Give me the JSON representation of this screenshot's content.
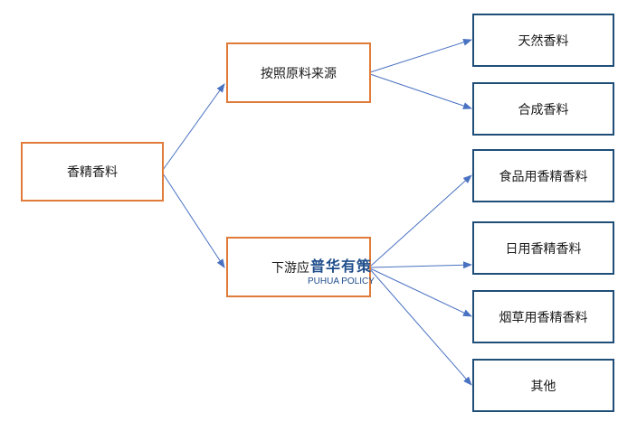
{
  "colors": {
    "level1_border": "#e07b39",
    "level2_border": "#1f4e79",
    "connector": "#4a72c2"
  },
  "root": {
    "label": "香精香料"
  },
  "branches": [
    {
      "label": "按照原料来源",
      "children": [
        {
          "label": "天然香料"
        },
        {
          "label": "合成香料"
        }
      ]
    },
    {
      "label": "下游应",
      "children": [
        {
          "label": "食品用香精香料"
        },
        {
          "label": "日用香精香料"
        },
        {
          "label": "烟草用香精香料"
        },
        {
          "label": "其他"
        }
      ]
    }
  ],
  "watermark": {
    "chinese": "普华有策",
    "english": "PUHUA POLICY"
  }
}
